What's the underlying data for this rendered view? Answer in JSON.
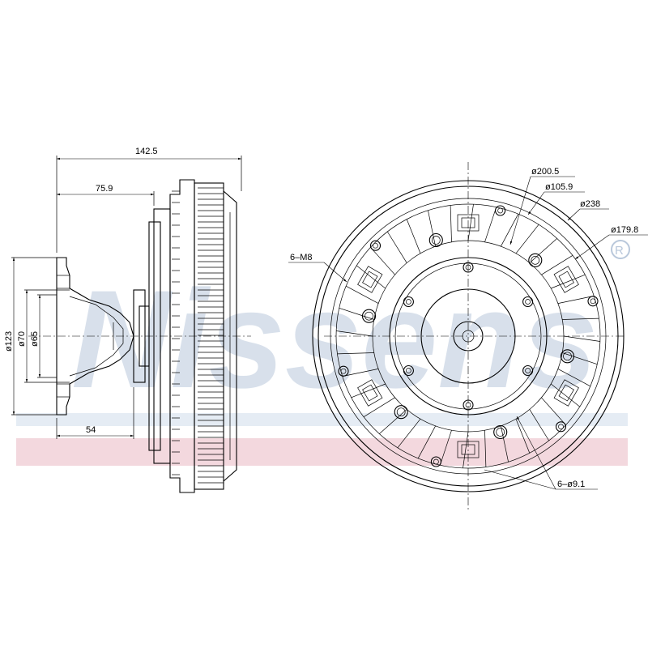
{
  "watermark": {
    "text": "Nissens",
    "registered": "®",
    "color": "#b9c8db",
    "band_color": "#f3d8de"
  },
  "side_view": {
    "dims": {
      "overall_length": "142.5",
      "hub_offset": "75.9",
      "flange_offset": "54",
      "flange_dia": "ø123",
      "pilot_dia": "ø70",
      "bore_dia": "ø65"
    }
  },
  "front_view": {
    "dims": {
      "bolt_circle": "ø200.5",
      "hub_dia": "ø105.9",
      "outer_dia": "ø238",
      "pitch_dia": "ø179.8",
      "threaded_holes": "6–M8",
      "through_holes": "6–ø9.1"
    }
  }
}
